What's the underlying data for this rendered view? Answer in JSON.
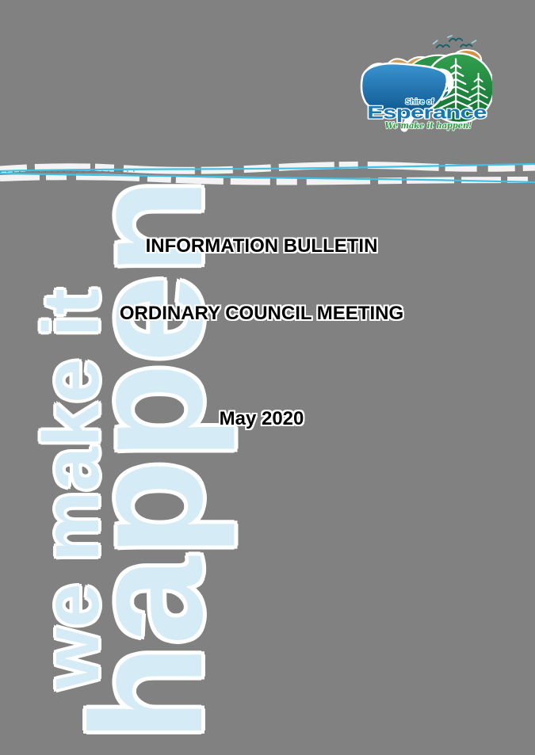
{
  "header_logo": {
    "shire_of": "Shire of",
    "name": "Esperance",
    "tagline": "We make it happen!"
  },
  "watermark": {
    "phrase_small": "we make it",
    "phrase_large": "happen"
  },
  "headings": {
    "title": "INFORMATION BULLETIN",
    "subtitle": "ORDINARY COUNCIL MEETING",
    "date": "May 2020"
  },
  "colors": {
    "page_background": "#818181",
    "watermark_fill": "#d5ecf7",
    "watermark_outline": "#ffffff",
    "heading_text": "#000000",
    "heading_outline": "#ffffff",
    "divider_cyan": "#3fc0e4",
    "logo_text_blue": "#1777b4",
    "logo_green": "#2c9247",
    "logo_dark_green": "#10702f",
    "logo_hill_tan": "#d49a55",
    "logo_lake_blue": "#1f7ec0",
    "logo_script_green": "#2f9a45"
  }
}
